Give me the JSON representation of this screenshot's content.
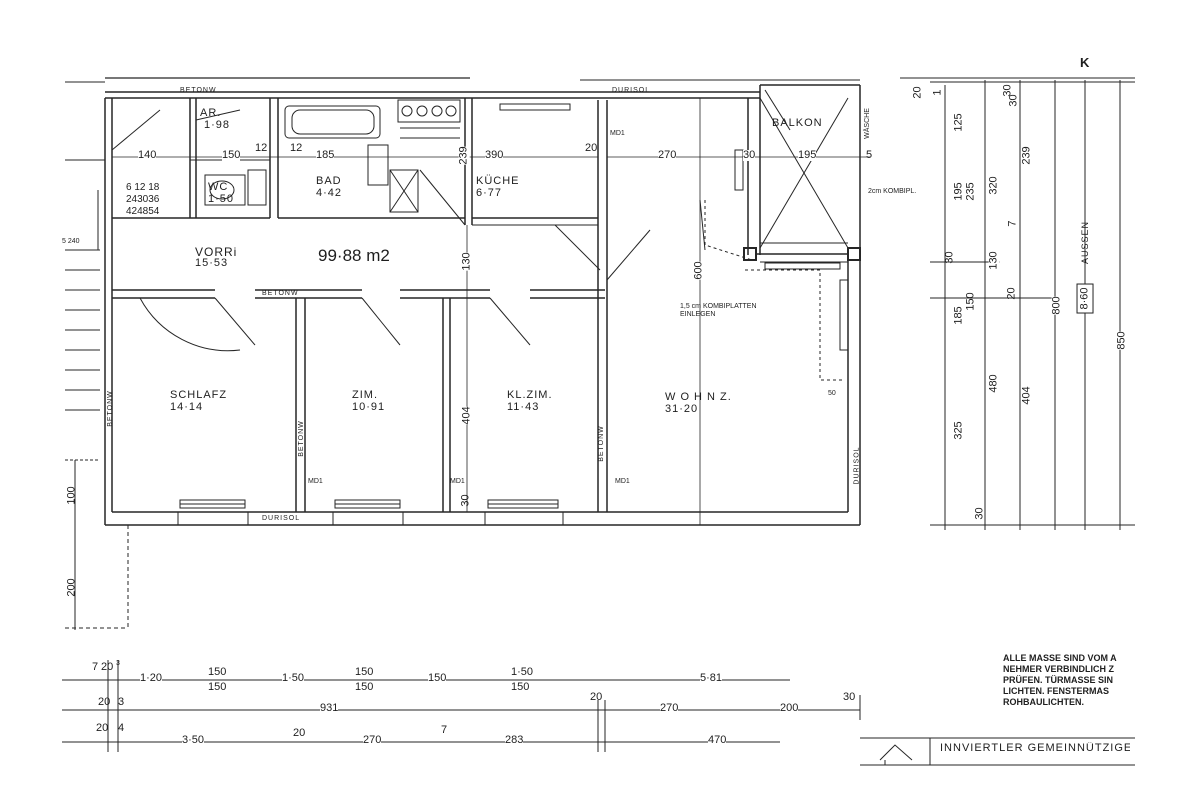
{
  "rooms": {
    "ar": {
      "name": "AR.",
      "area": "1·98"
    },
    "wc": {
      "name": "WC",
      "area": "1·50"
    },
    "bad": {
      "name": "BAD",
      "area": "4·42"
    },
    "kueche": {
      "name": "KÜCHE",
      "area": "6·77"
    },
    "vorr": {
      "name": "VORRi",
      "area": "15·53"
    },
    "total": "99·88 m2",
    "balkon": {
      "name": "BALKON"
    },
    "schlafz": {
      "name": "SCHLAFZ",
      "area": "14·14"
    },
    "zim": {
      "name": "ZIM.",
      "area": "10·91"
    },
    "klzim": {
      "name": "KL.ZIM.",
      "area": "11·43"
    },
    "wohnz": {
      "name": "W O H N Z.",
      "area": "31·20"
    }
  },
  "wall_labels": {
    "betonw": "BETONW",
    "durisol": "DURISOL",
    "md1": "MD1",
    "aussen": "AUSSEN",
    "aussen_value": "8·60",
    "kombipl": "2cm KOMBIPL.",
    "kombiplatten_1": "1,5 cm KOMBIPLATTEN",
    "kombiplatten_2": "EINLEGEN",
    "wasche": "WÄSCHE"
  },
  "dims_interior": {
    "d140": "140",
    "d150": "150",
    "d12a": "12",
    "d12b": "12",
    "d185": "185",
    "d239": "239",
    "d390": "390",
    "d20": "20",
    "d270": "270",
    "d30": "30",
    "d195": "195",
    "d5": "5",
    "d130": "130",
    "d404": "404",
    "d600": "600",
    "d30b": "30",
    "d50": "50"
  },
  "wc_table": {
    "r1": [
      "6",
      "12",
      "18"
    ],
    "r2": [
      "24",
      "30",
      "36"
    ],
    "r3": [
      "42",
      "48",
      "54"
    ]
  },
  "dims_right": {
    "c1": [
      "20",
      "1",
      "125",
      "195",
      "235",
      "185",
      "150",
      "30",
      "325",
      "30"
    ],
    "c2": [
      "30",
      "320",
      "7",
      "130",
      "20",
      "480",
      "30"
    ],
    "c3": [
      "239",
      "404",
      "800"
    ],
    "c4": [
      "850"
    ]
  },
  "dims_left": {
    "d100": "100",
    "d200": "200",
    "d240": "5 240"
  },
  "dims_bottom": {
    "row1": [
      "7",
      "20",
      "3",
      "1·20",
      "150",
      "1·50",
      "150",
      "150",
      "1·50",
      "150",
      "5·81"
    ],
    "row1b": [
      "150",
      "150",
      "150"
    ],
    "row2": [
      "20",
      "3",
      "931",
      "20",
      "270",
      "200",
      "30"
    ],
    "row3": [
      "20",
      "4",
      "3·50",
      "20",
      "270",
      "7",
      "283",
      "470"
    ]
  },
  "notes": {
    "line1": "ALLE MASSE SIND VOM A",
    "line2": "NEHMER VERBINDLICH Z",
    "line3": "PRÜFEN. TÜRMASSE SIN",
    "line4": "LICHTEN.   FENSTERMAS",
    "line5": "ROHBAULICHTEN."
  },
  "title_block": "INNVIERTLER  GEMEINNÜTZIGE",
  "corner_mark": "K"
}
